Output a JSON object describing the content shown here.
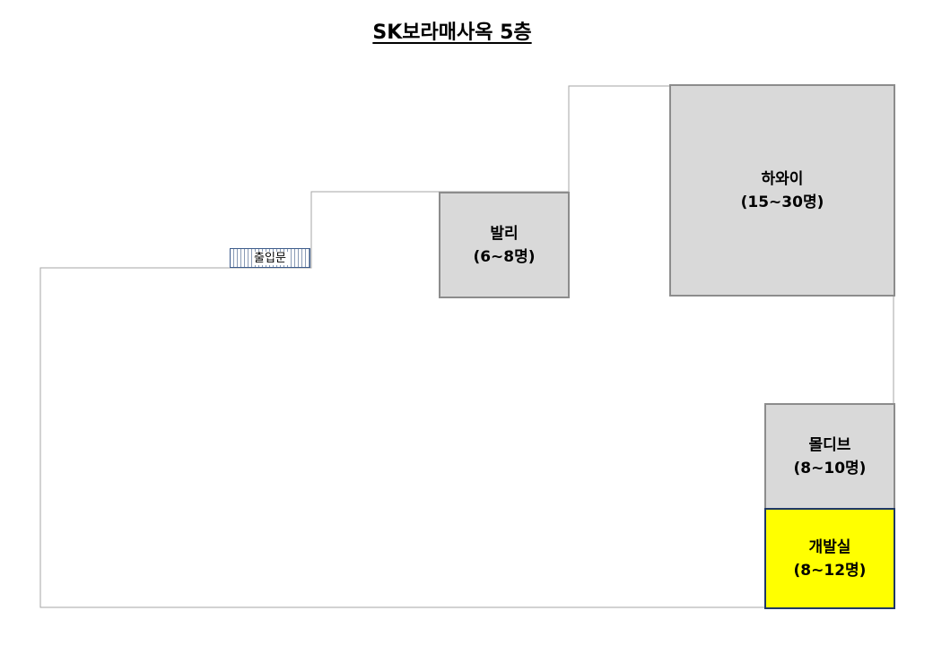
{
  "title": "SK보라매사옥 5층",
  "entrance": {
    "label": "출입문"
  },
  "rooms": {
    "bali": {
      "name": "발리",
      "capacity": "(6~8명)"
    },
    "hawaii": {
      "name": "하와이",
      "capacity": "(15~30명)"
    },
    "maldives": {
      "name": "몰디브",
      "capacity": "(8~10명)"
    },
    "dev": {
      "name": "개발실",
      "capacity": "(8~12명)"
    }
  },
  "colors": {
    "room_fill": "#d9d9d9",
    "room_border": "#8c8c8c",
    "highlight_fill": "#ffff00",
    "highlight_border": "#1f3864",
    "wall": "#a6a6a6"
  }
}
